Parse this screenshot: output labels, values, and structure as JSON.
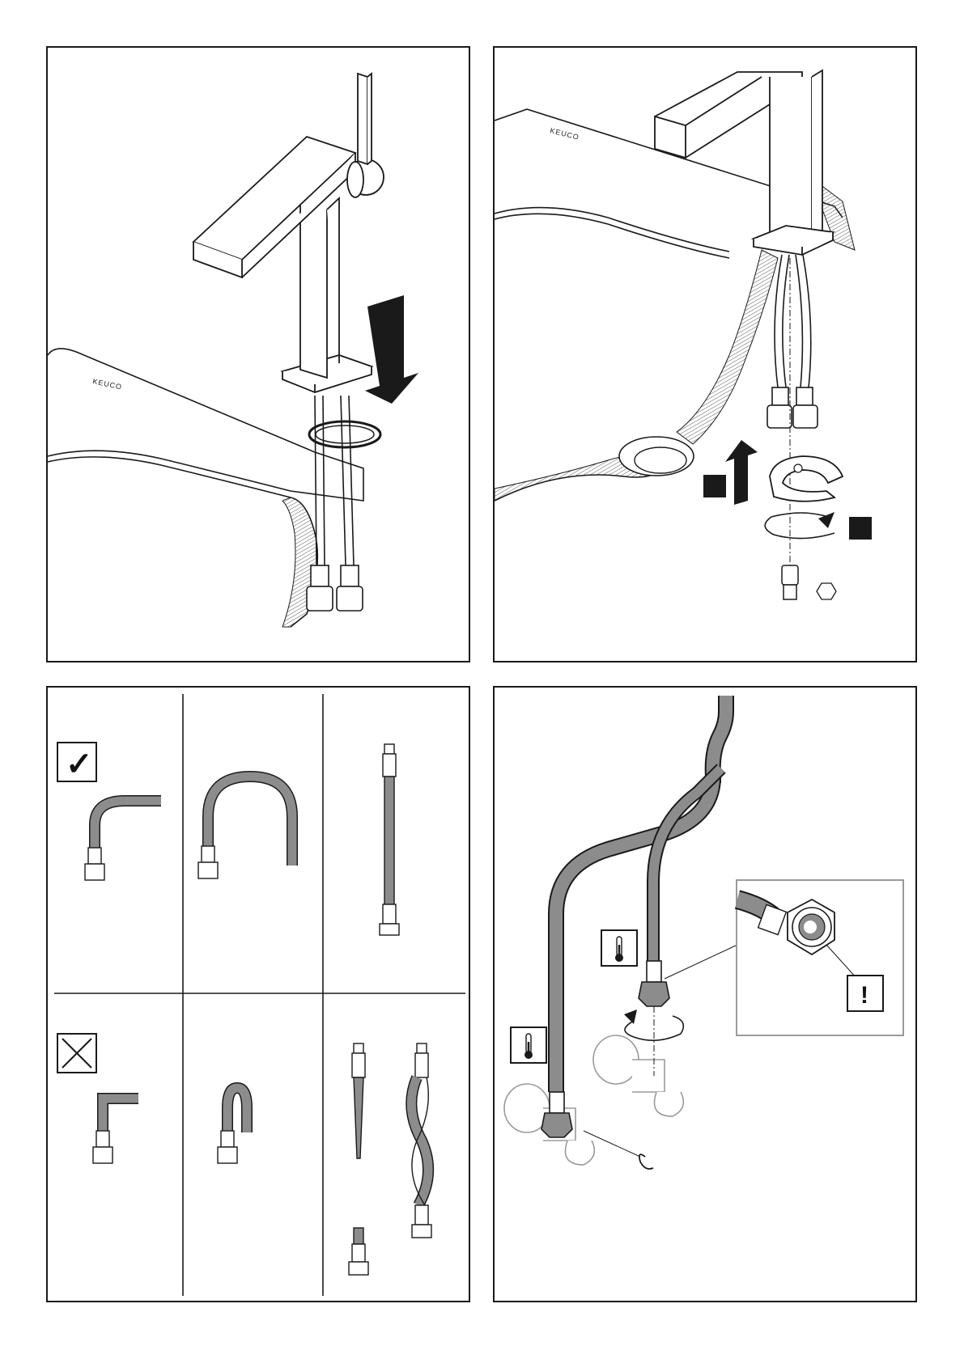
{
  "brand": {
    "logo_text": "KEUCO"
  },
  "panels": [
    {
      "step": "mount-faucet",
      "icons": [
        "down-arrow-icon"
      ]
    },
    {
      "step": "fasten-horseshoe-washer",
      "icons": [
        "up-arrow-icon",
        "rotate-arrow-icon",
        "hex-socket-icon"
      ]
    },
    {
      "step": "hose-bending-rules",
      "icons": [
        "checkmark-icon",
        "cross-icon"
      ]
    },
    {
      "step": "connect-angle-valves",
      "icons": [
        "thermometer-icon",
        "warning-icon",
        "rotate-arrow-icon"
      ]
    }
  ],
  "symbols": {
    "check": "✓",
    "cross": "✕",
    "warning": "!"
  },
  "colors": {
    "line": "#1a1a1a",
    "hose": "#8c8c8c",
    "hatch": "#555555",
    "label_fill": "#1a1a1a",
    "detail_border": "#9a9a9a"
  }
}
